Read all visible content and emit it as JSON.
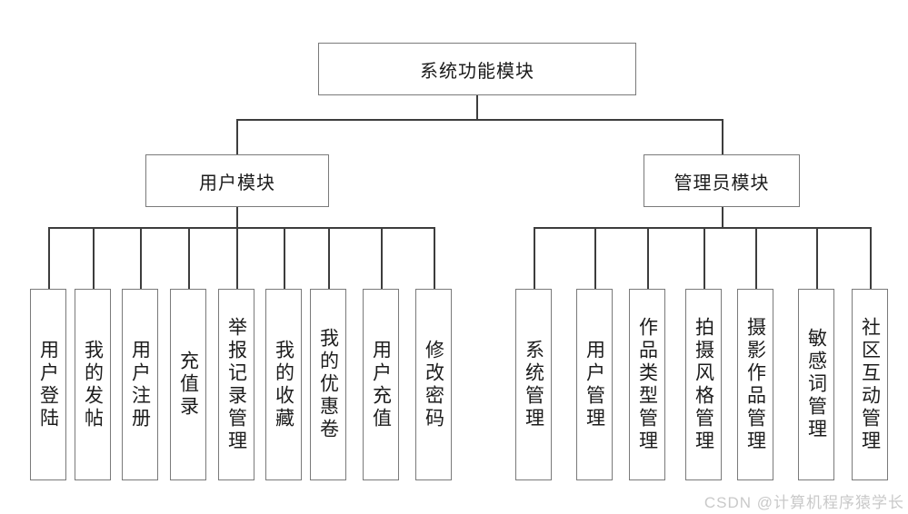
{
  "diagram": {
    "title": "系统功能模块",
    "root": {
      "label": "系统功能模块"
    },
    "branches": [
      {
        "label": "用户模块",
        "children": [
          "用户登陆",
          "我的发帖",
          "用户注册",
          "充值录",
          "举报记录管理",
          "我的收藏",
          "我的优惠卷",
          "用户充值",
          "修改密码"
        ]
      },
      {
        "label": "管理员模块",
        "children": [
          "系统管理",
          "用户管理",
          "作品类型管理",
          "拍摄风格管理",
          "摄影作品管理",
          "敏感词管理",
          "社区互动管理"
        ]
      }
    ],
    "colors": {
      "box_border": "#7a7a7a",
      "connector_line": "#3d3d3d",
      "node_text": "#1c1c1c",
      "watermark_text": "#c9c9c9",
      "background": "#ffffff"
    }
  },
  "watermark": {
    "text": "CSDN @计算机程序猿学长"
  }
}
